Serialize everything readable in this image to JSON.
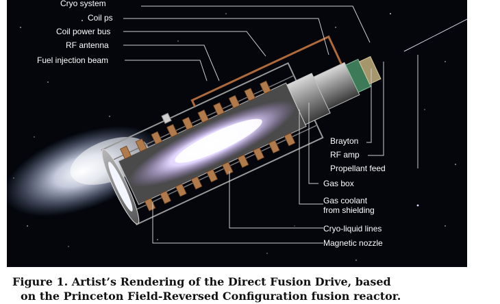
{
  "figure": {
    "left_labels": [
      {
        "id": "cryo-system",
        "text": "Cryo system"
      },
      {
        "id": "coil-ps",
        "text": "Coil ps"
      },
      {
        "id": "coil-power-bus",
        "text": "Coil power bus"
      },
      {
        "id": "rf-antenna",
        "text": "RF antenna"
      },
      {
        "id": "fuel-injection-beam",
        "text": "Fuel injection beam"
      }
    ],
    "right_labels": [
      {
        "id": "brayton",
        "text": "Brayton"
      },
      {
        "id": "rf-amp",
        "text": "RF amp"
      },
      {
        "id": "propellant-feed",
        "text": "Propellant feed"
      },
      {
        "id": "gas-box",
        "text": "Gas box"
      },
      {
        "id": "gas-coolant",
        "text": "Gas coolant\nfrom shielding"
      },
      {
        "id": "cryo-liquid-lines",
        "text": "Cryo-liquid lines"
      },
      {
        "id": "magnetic-nozzle",
        "text": "Magnetic nozzle"
      }
    ]
  },
  "caption": {
    "line1": "Figure 1.  Artist’s Rendering of the Direct Fusion Drive, based",
    "line2": "on the Princeton Field-Reversed Configuration fusion reactor."
  }
}
